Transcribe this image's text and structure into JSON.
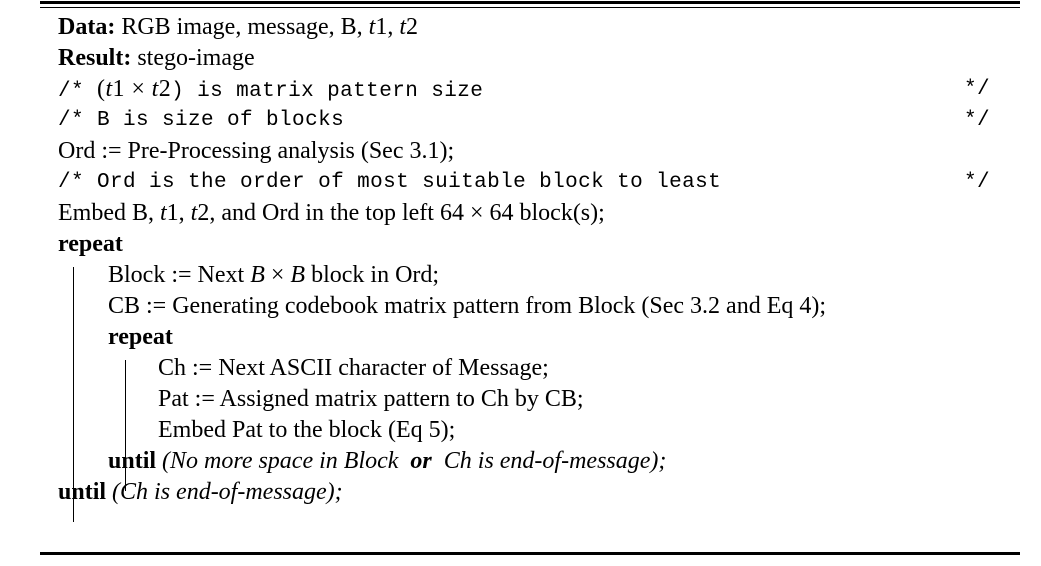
{
  "algorithm": {
    "io": {
      "data_label": "Data:",
      "data_value": "RGB image, message, B, ",
      "data_var1": "t",
      "data_var1_num": "1",
      "data_sep": ", ",
      "data_var2": "t",
      "data_var2_num": "2",
      "result_label": "Result:",
      "result_value": "stego-image"
    },
    "comments": {
      "open": "/*",
      "close": "*/",
      "c1_pre": "(",
      "c1_t1": "t",
      "c1_t1n": "1",
      "c1_times": " × ",
      "c1_t2": "t",
      "c1_t2n": "2",
      "c1_post": ") is matrix pattern size",
      "c2": "B is size of blocks",
      "c3": "Ord is the order of most suitable block to least"
    },
    "statements": {
      "ord_assign": "Ord := Pre-Processing analysis (Sec 3.1);",
      "embed_pre": "Embed B, ",
      "embed_t1": "t",
      "embed_t1n": "1",
      "embed_sep": ", ",
      "embed_t2": "t",
      "embed_t2n": "2",
      "embed_post": ", and Ord in the top left 64 × 64 block(s);",
      "block_pre": "Block := Next ",
      "block_b1": "B",
      "block_times": " × ",
      "block_b2": "B",
      "block_post": " block in Ord;",
      "cb_assign": "CB := Generating codebook matrix pattern from Block (Sec 3.2 and Eq 4);",
      "ch_assign": "Ch := Next ASCII character of Message;",
      "pat_assign": "Pat := Assigned matrix pattern to Ch by CB;",
      "embed_pat": "Embed Pat to the block (Eq 5);"
    },
    "keywords": {
      "repeat": "repeat",
      "until": "until",
      "or": "or"
    },
    "conditions": {
      "inner_until_open": "(No more space in Block",
      "inner_until_close": "Ch is end-of-message);",
      "outer_until": "(Ch is end-of-message);"
    }
  }
}
